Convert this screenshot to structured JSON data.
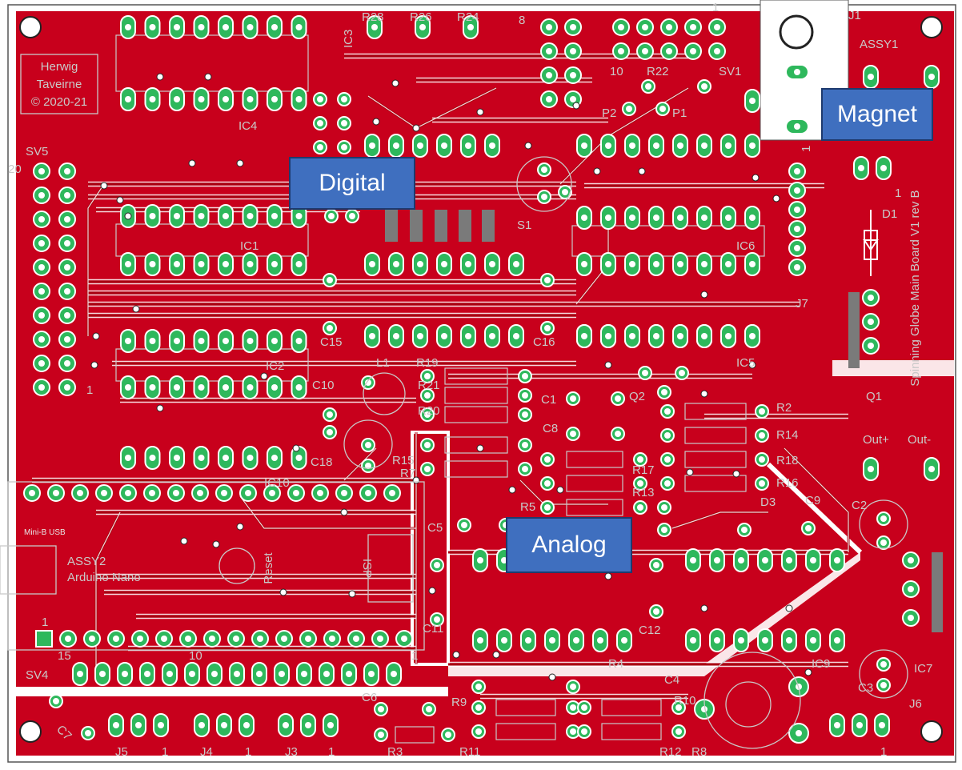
{
  "board": {
    "author": [
      "Herwig",
      "Taveirne",
      "© 2020-21"
    ],
    "title": "Spinning Globe Main Board V1 rev B",
    "colors": {
      "copper": "#c8001c",
      "trace": "#a80010",
      "silk": "#c9c9c9",
      "pad": "#2eb85c",
      "outline": "#444444"
    }
  },
  "callouts": {
    "digital": "Digital",
    "magnet": "Magnet",
    "analog": "Analog"
  },
  "refs": {
    "r28": "R28",
    "r26": "R26",
    "r24": "R24",
    "j1": "J1",
    "assy1": "ASSY1",
    "ic3": "IC3",
    "r22": "R22",
    "sv1": "SV1",
    "ic4": "IC4",
    "p2": "P2",
    "p1": "P1",
    "sv5": "SV5",
    "pin20": "20",
    "pin1a": "1",
    "pin1b": "1",
    "pin1c": "1",
    "pin10": "10",
    "pin8": "8",
    "d1": "D1",
    "s1": "S1",
    "ic6": "IC6",
    "j7": "J7",
    "ic1": "IC1",
    "c15": "C15",
    "c16": "C16",
    "ic5": "IC5",
    "q1": "Q1",
    "ic2": "IC2",
    "l1": "L1",
    "r19": "R19",
    "r21": "R21",
    "r20": "R20",
    "c10": "C10",
    "c1": "C1",
    "q2": "Q2",
    "r2": "R2",
    "c8": "C8",
    "r14": "R14",
    "c18": "C18",
    "r15": "R15",
    "r7": "R7",
    "r17": "R17",
    "r18": "R18",
    "r13": "R13",
    "r16": "R16",
    "outplus": "Out+",
    "outminus": "Out-",
    "ic10": "IC10",
    "r5": "R5",
    "d3": "D3",
    "c9": "C9",
    "c2": "C2",
    "c5": "C5",
    "minib": "Mini-B USB",
    "assy2": "ASSY2",
    "nano": "Arduino Nano",
    "reset": "Reset",
    "isp": "ISP",
    "c11": "C11",
    "c12": "C12",
    "sv4": "SV4",
    "pin15": "15",
    "pin10b": "10",
    "ic9": "IC9",
    "ic7": "IC7",
    "c3": "C3",
    "c4": "C4",
    "c6": "C6",
    "r9": "R9",
    "r10": "R10",
    "r4": "R4",
    "j6": "J6",
    "c7": "C7",
    "j5": "J5",
    "j4": "J4",
    "j3": "J3",
    "r3": "R3",
    "r11": "R11",
    "r12": "R12",
    "r8": "R8",
    "j5pin": "1",
    "j4pin": "1",
    "j3pin": "1",
    "j6pin": "1",
    "j1pin": "1",
    "sv4pin": "1",
    "nanopin": "1"
  }
}
